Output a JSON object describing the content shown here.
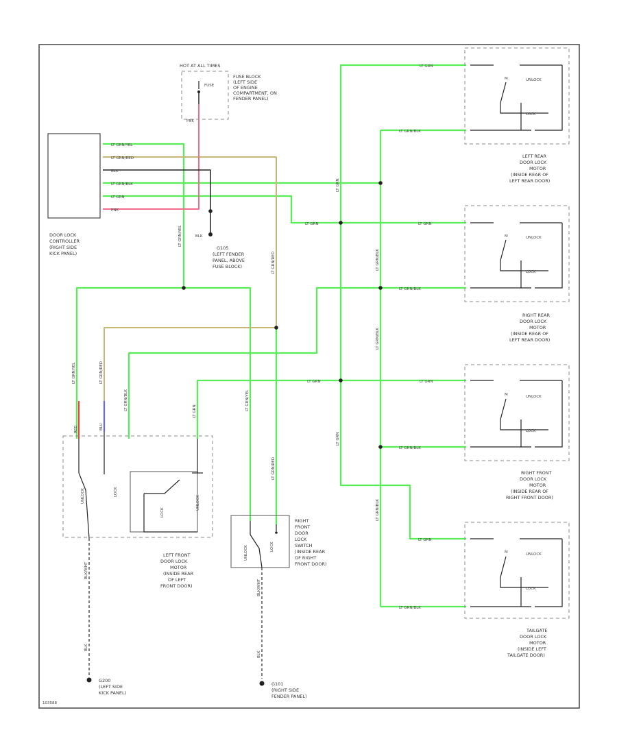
{
  "labels": {
    "hot": "HOT AT ALL TIMES",
    "fuse_block": [
      "FUSE BLOCK",
      "(LEFT SIDE",
      "OF ENGINE",
      "COMPARTMENT, ON",
      "FENDER PANEL)"
    ],
    "fuse": "FUSE",
    "controller": [
      "DOOR LOCK",
      "CONTROLLER",
      "(RIGHT SIDE",
      "KICK PANEL)"
    ],
    "g105": [
      "G105",
      "(LEFT FENDER",
      "PANEL, ABOVE",
      "FUSE BLOCK)"
    ],
    "lr_motor": [
      "LEFT REAR",
      "DOOR LOCK",
      "MOTOR",
      "(INSIDE REAR OF",
      "LEFT REAR DOOR)"
    ],
    "rr_motor": [
      "RIGHT REAR",
      "DOOR LOCK",
      "MOTOR",
      "(INSIDE REAR OF",
      "LEFT REAR DOOR)"
    ],
    "rf_motor": [
      "RIGHT FRONT",
      "DOOR LOCK",
      "MOTOR",
      "(INSIDE REAR OF",
      "RIGHT FRONT DOOR)"
    ],
    "tg_motor": [
      "TAILGATE",
      "DOOR LOCK",
      "MOTOR",
      "(INSIDE LEFT",
      "TAILGATE DOOR)"
    ],
    "lf_motor": [
      "LEFT FRONT",
      "DOOR LOCK",
      "MOTOR",
      "(INSIDE REAR",
      "OF LEFT",
      "FRONT DOOR)"
    ],
    "rf_switch": [
      "RIGHT",
      "FRONT",
      "DOOR",
      "LOCK",
      "SWITCH",
      "(INSIDE REAR",
      "OF RIGHT",
      "FRONT DOOR)"
    ],
    "g200": [
      "G200",
      "(LEFT SIDE",
      "KICK PANEL)"
    ],
    "g101": [
      "G101",
      "(RIGHT SIDE",
      "FENDER PANEL)"
    ],
    "unlock": "UNLOCK",
    "lock": "LOCK",
    "m": "M",
    "ref": "103588"
  },
  "wires": {
    "lt_grnyel": "LT GRN/YEL",
    "lt_grnred": "LT GRN/RED",
    "blk": "BLK",
    "lt_grnblk": "LT GRN/BLK",
    "lt_grn": "LT GRN",
    "pnk": "PNK",
    "red": "RED",
    "blu": "BLU",
    "blk_wht": "BLK/WHT"
  },
  "colors": {
    "green": "#55ee55",
    "pink": "#f26b8a",
    "tan": "#c8b878",
    "red": "#ee4444",
    "blue": "#6666ee",
    "black": "#222222",
    "gray": "#888888"
  }
}
